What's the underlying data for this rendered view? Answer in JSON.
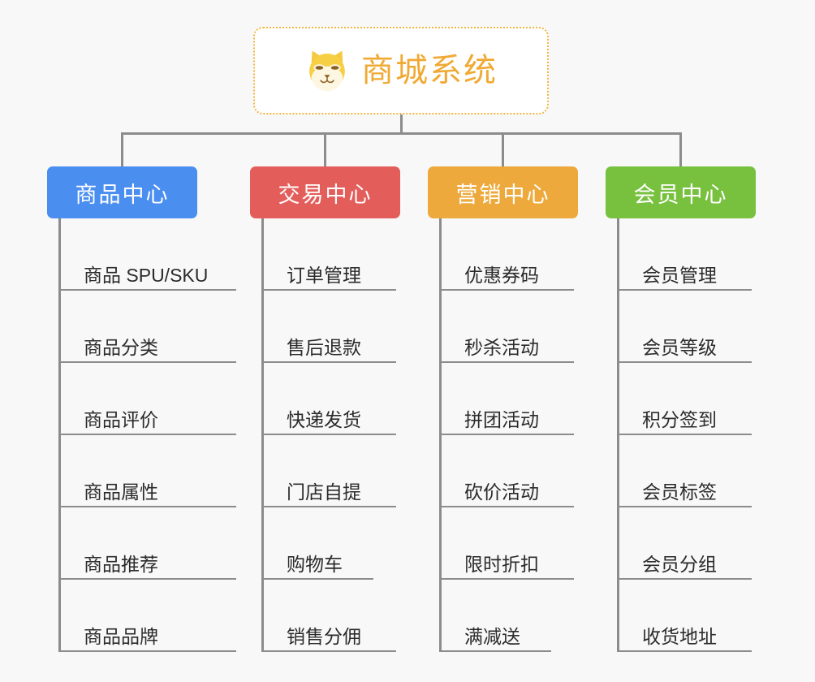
{
  "canvas": {
    "background": "#f8f8f8",
    "connector_color": "#8c8c8c"
  },
  "root": {
    "title": "商城系统",
    "icon": "shiba-dog-face-icon",
    "text_color": "#f0aa34",
    "border_color": "#f3b53f",
    "fill": "#ffffff"
  },
  "branches": [
    {
      "label": "商品中心",
      "color": "#4a8ef0",
      "items": [
        {
          "label": "商品 SPU/SKU",
          "wide": true
        },
        {
          "label": "商品分类"
        },
        {
          "label": "商品评价"
        },
        {
          "label": "商品属性"
        },
        {
          "label": "商品推荐"
        },
        {
          "label": "商品品牌"
        }
      ]
    },
    {
      "label": "交易中心",
      "color": "#e35d5b",
      "items": [
        {
          "label": "订单管理"
        },
        {
          "label": "售后退款"
        },
        {
          "label": "快递发货"
        },
        {
          "label": "门店自提"
        },
        {
          "label": "购物车",
          "narrow": true
        },
        {
          "label": "销售分佣"
        }
      ]
    },
    {
      "label": "营销中心",
      "color": "#eda93c",
      "items": [
        {
          "label": "优惠券码"
        },
        {
          "label": "秒杀活动"
        },
        {
          "label": "拼团活动"
        },
        {
          "label": "砍价活动"
        },
        {
          "label": "限时折扣"
        },
        {
          "label": "满减送",
          "narrow": true
        }
      ]
    },
    {
      "label": "会员中心",
      "color": "#78c13f",
      "items": [
        {
          "label": "会员管理"
        },
        {
          "label": "会员等级"
        },
        {
          "label": "积分签到"
        },
        {
          "label": "会员标签"
        },
        {
          "label": "会员分组"
        },
        {
          "label": "收货地址"
        }
      ]
    }
  ]
}
